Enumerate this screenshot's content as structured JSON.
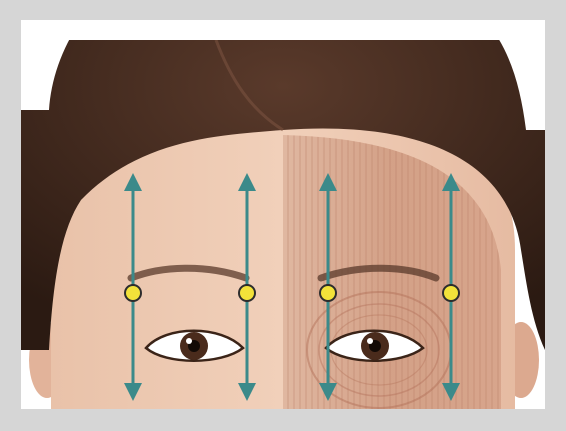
{
  "image": {
    "subject": "forehead-muscle-diagram",
    "accent_color": "#3b8a8a",
    "point_color": "#f2e23a",
    "point_stroke_color": "#2d2d2d",
    "muscle_overlay_color": "#c98d73"
  },
  "markers": [
    {
      "id": "left-outer",
      "arrow_up": true,
      "arrow_down": true
    },
    {
      "id": "left-inner",
      "arrow_up": true,
      "arrow_down": true
    },
    {
      "id": "right-inner",
      "arrow_up": true,
      "arrow_down": true
    },
    {
      "id": "right-outer",
      "arrow_up": true,
      "arrow_down": true
    }
  ]
}
